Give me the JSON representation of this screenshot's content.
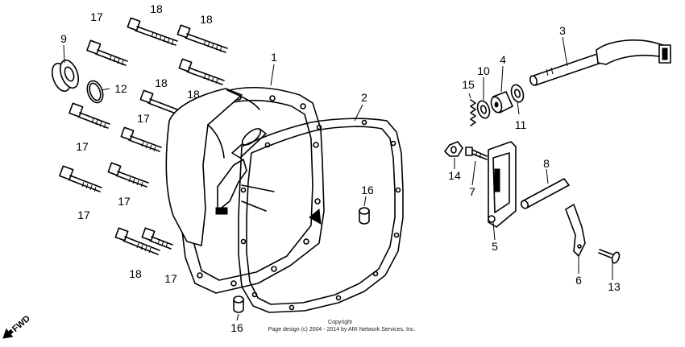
{
  "callouts": {
    "c1": "1",
    "c2": "2",
    "c3": "3",
    "c4": "4",
    "c5": "5",
    "c6": "6",
    "c7": "7",
    "c8": "8",
    "c9": "9",
    "c10": "10",
    "c11": "11",
    "c12": "12",
    "c13": "13",
    "c14": "14",
    "c15": "15",
    "c16a": "16",
    "c16b": "16",
    "c17a": "17",
    "c17b": "17",
    "c17c": "17",
    "c17d": "17",
    "c17e": "17",
    "c17f": "17",
    "c18a": "18",
    "c18b": "18",
    "c18c": "18",
    "c18d": "18",
    "c18e": "18"
  },
  "direction_label": "FWD",
  "copyright": {
    "line1": "Copyright",
    "line2": "Page design (c) 2004 - 2014 by ARI Network Services, Inc."
  }
}
